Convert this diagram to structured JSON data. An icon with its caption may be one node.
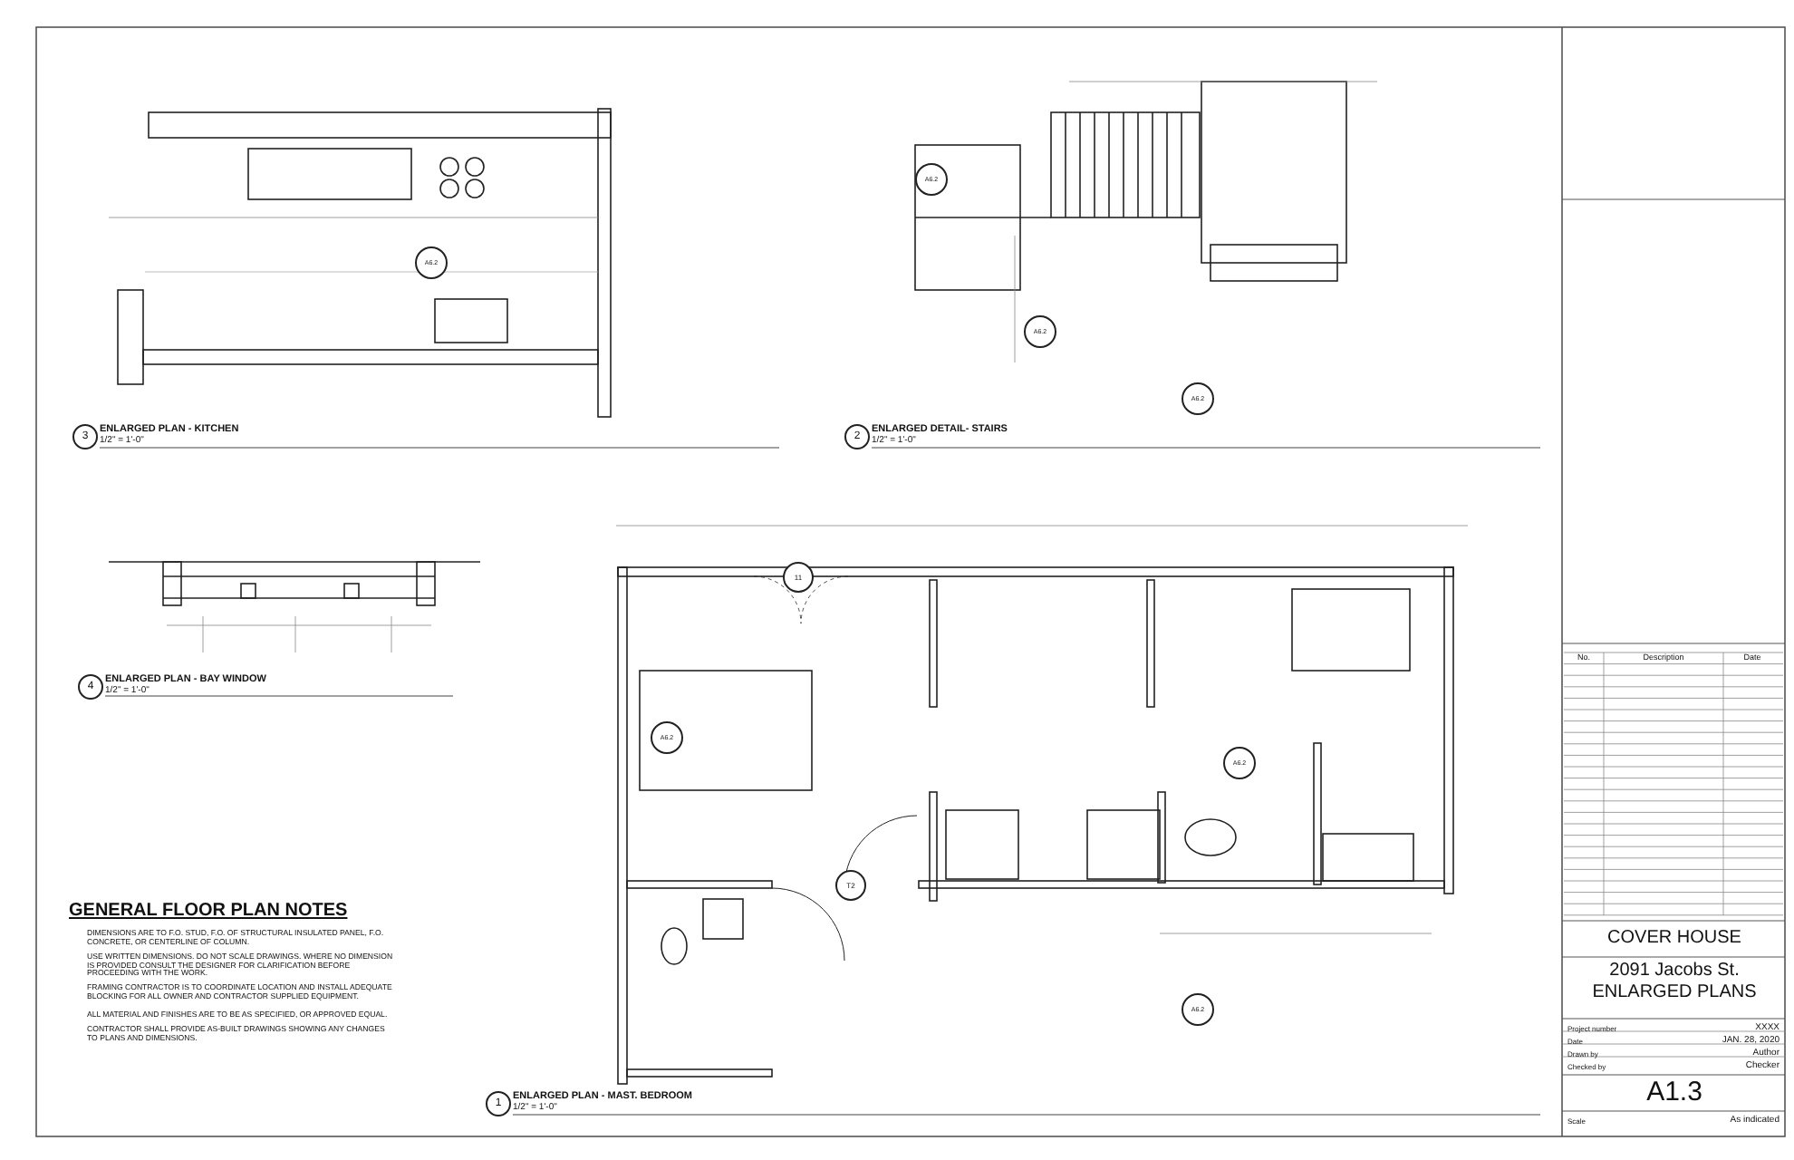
{
  "diagram": {
    "labels": [
      "3",
      "ENLARGED PLAN - KITCHEN",
      "1/2\" = 1'-0\"",
      "2",
      "ENLARGED DETAIL- STAIRS",
      "1/2\" = 1'-0\"",
      "4",
      "ENLARGED PLAN - BAY WINDOW",
      "1/2\" = 1'-0\"",
      "1",
      "ENLARGED PLAN - MAST. BEDROOM",
      "1/2\" = 1'-0\"",
      "GENERAL FLOOR PLAN NOTES",
      "DIMENSIONS ARE TO F.O. STUD, F.O. OF STRUCTURAL INSULATED PANEL, F.O. CONCRETE, OR CENTERLINE OF COLUMN.",
      "USE WRITTEN DIMENSIONS. DO NOT SCALE DRAWINGS. WHERE NO DIMENSION IS PROVIDED CONSULT THE DESIGNER FOR CLARIFICATION BEFORE PROCEEDING WITH THE WORK.",
      "FRAMING CONTRACTOR IS TO COORDINATE LOCATION AND INSTALL ADEQUATE BLOCKING FOR ALL OWNER AND CONTRACTOR SUPPLIED EQUIPMENT.",
      "ALL MATERIAL AND FINISHES ARE TO BE AS SPECIFIED, OR APPROVED EQUAL.",
      "CONTRACTOR SHALL PROVIDE AS-BUILT DRAWINGS SHOWING ANY CHANGES TO PLANS AND DIMENSIONS.",
      "No.",
      "Description",
      "Date",
      "COVER HOUSE",
      "2091 Jacobs St.",
      "ENLARGED PLANS",
      "Project number",
      "XXXX",
      "Date",
      "JAN. 28, 2020",
      "Drawn by",
      "Author",
      "Checked by",
      "Checker",
      "A1.3",
      "Scale",
      "As indicated",
      "A6.2",
      "A6.2",
      "A6.2",
      "A6.2",
      "A6.2",
      "A6.2",
      "A6.2",
      "11",
      "T2"
    ]
  }
}
